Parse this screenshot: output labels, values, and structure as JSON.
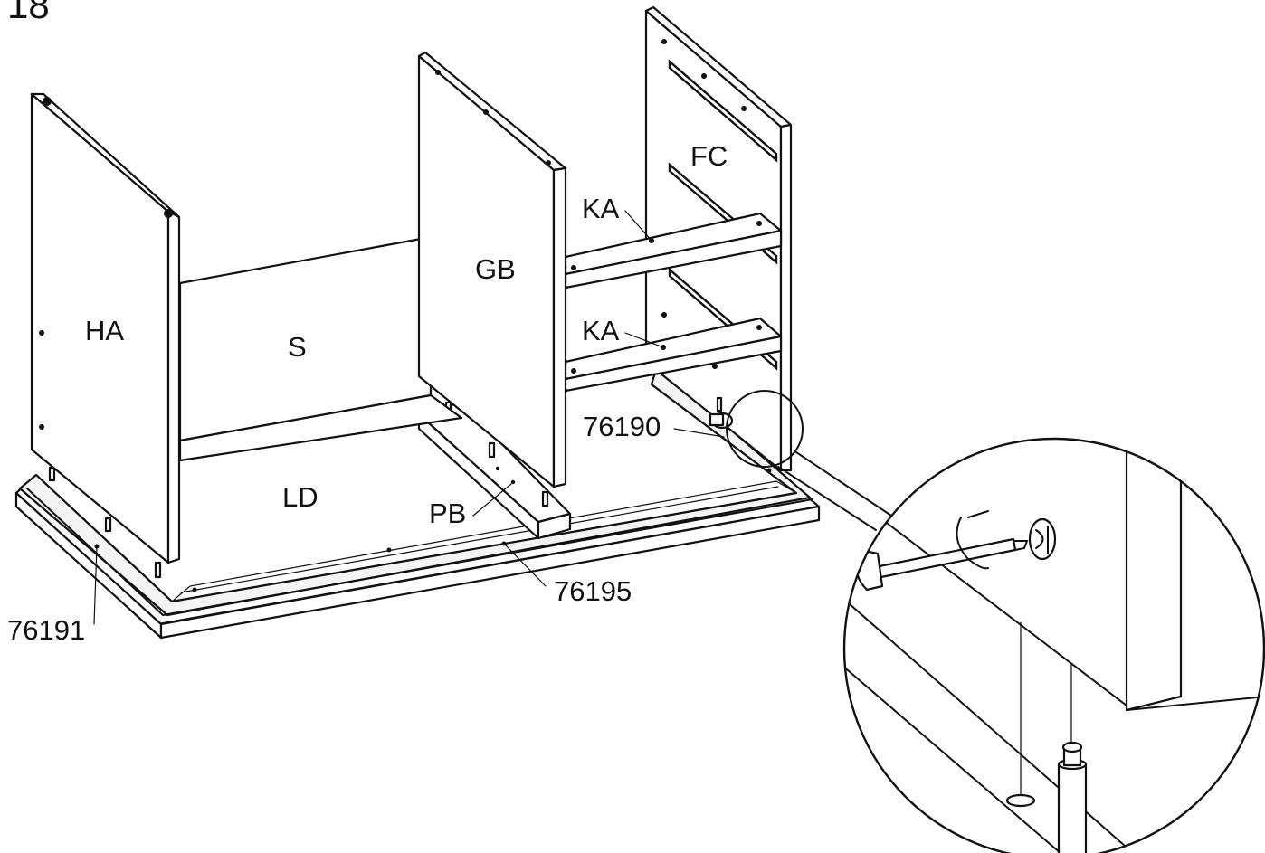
{
  "step": {
    "number": "18"
  },
  "parts": {
    "ha": "HA",
    "s": "S",
    "gb": "GB",
    "fc": "FC",
    "ka_top": "KA",
    "ka_bottom": "KA",
    "ld": "LD",
    "pb": "PB"
  },
  "hardware": {
    "cam_bolt": "76190",
    "dowel_front": "76191",
    "dowel_base": "76195"
  }
}
